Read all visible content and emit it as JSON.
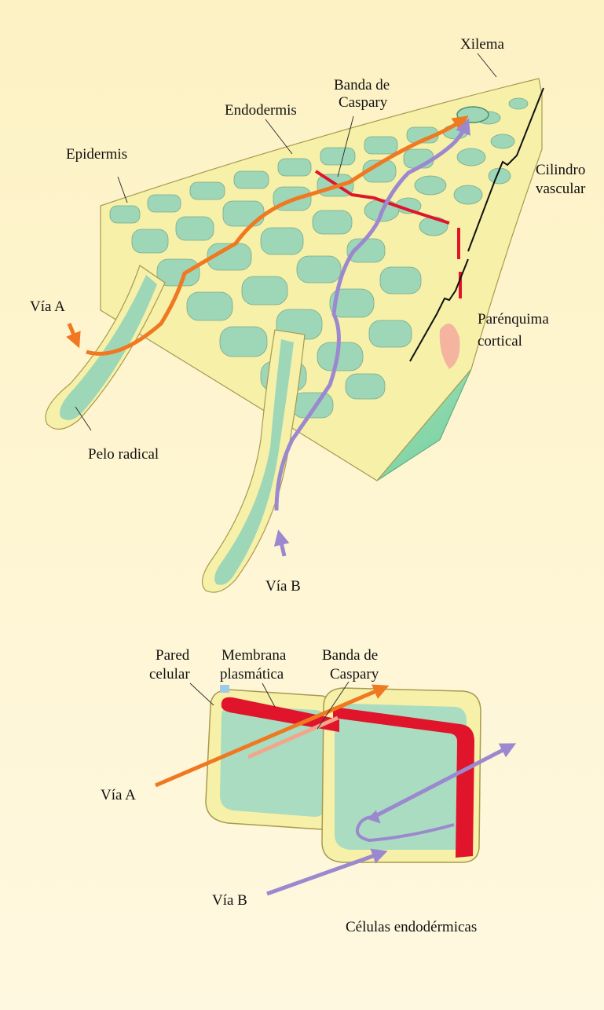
{
  "root_section": {
    "labels": {
      "xilema": "Xilema",
      "banda_caspary_1": "Banda de",
      "banda_caspary_2": "Caspary",
      "endodermis": "Endodermis",
      "epidermis": "Epidermis",
      "cilindro_1": "Cilindro",
      "cilindro_2": "vascular",
      "parenquima_1": "Parénquima",
      "parenquima_2": "cortical",
      "via_a": "Vía A",
      "pelo_radical": "Pelo radical",
      "via_b": "Vía B"
    }
  },
  "endodermal_cells": {
    "labels": {
      "pared_1": "Pared",
      "pared_2": "celular",
      "membrana_1": "Membrana",
      "membrana_2": "plasmática",
      "banda_1": "Banda de",
      "banda_2": "Caspary",
      "via_a": "Vía A",
      "via_b": "Vía B",
      "celulas": "Células endodérmicas"
    }
  },
  "colors": {
    "background_top": "#fdf2c4",
    "background_bottom": "#fff8e0",
    "cell_wall": "#f6f0a8",
    "cytoplasm": "#9ed6b8",
    "cross_section_side": "#6fce9a",
    "casparian_band": "#e0142a",
    "path_a": "#f07820",
    "path_b": "#9b88cf"
  }
}
